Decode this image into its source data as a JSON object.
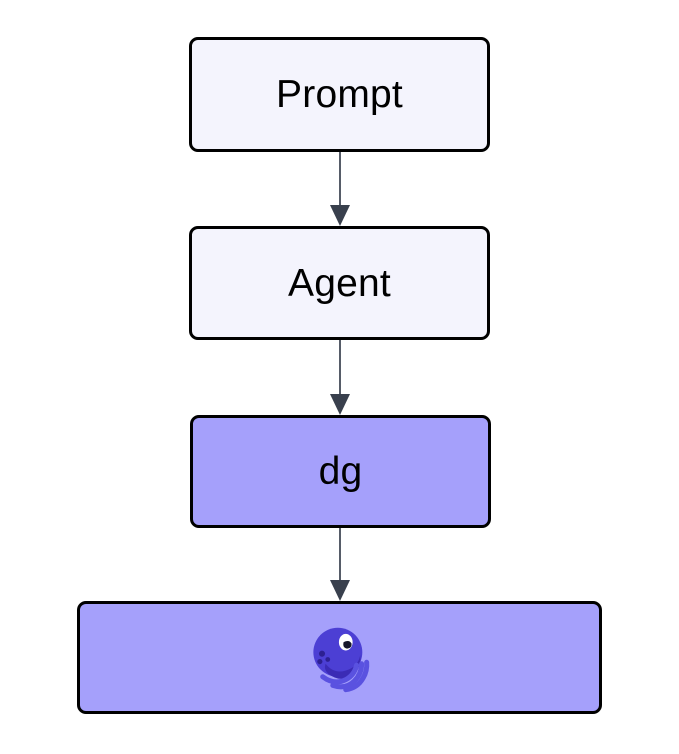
{
  "diagram": {
    "type": "flowchart",
    "direction": "top-to-bottom",
    "background_color": "#ffffff",
    "title": "",
    "nodes": [
      {
        "id": "prompt",
        "label": "Prompt",
        "shape": "rounded-rectangle",
        "fill": "#f4f4fd",
        "stroke": "#000000",
        "text_color": "#000000"
      },
      {
        "id": "agent",
        "label": "Agent",
        "shape": "rounded-rectangle",
        "fill": "#f4f4fd",
        "stroke": "#000000",
        "text_color": "#000000"
      },
      {
        "id": "dg",
        "label": "dg",
        "shape": "rounded-rectangle",
        "fill": "#a5a0fb",
        "stroke": "#000000",
        "text_color": "#000000"
      },
      {
        "id": "octopus",
        "label": "🐙",
        "icon_name": "octopus-icon",
        "shape": "rounded-rectangle",
        "fill": "#a5a0fb",
        "stroke": "#000000",
        "text_color": "#000000"
      }
    ],
    "edges": [
      {
        "from": "prompt",
        "to": "agent",
        "label": "",
        "color": "#39404d",
        "arrowhead": "filled-triangle"
      },
      {
        "from": "agent",
        "to": "dg",
        "label": "",
        "color": "#39404d",
        "arrowhead": "filled-triangle"
      },
      {
        "from": "dg",
        "to": "octopus",
        "label": "",
        "color": "#39404d",
        "arrowhead": "filled-triangle"
      }
    ]
  },
  "icon": {
    "octopus": {
      "name": "octopus-icon",
      "head_color": "#4c3fd4",
      "shadow_color": "#3b2bb5",
      "tentacle_color": "#5a52e0",
      "eye_white": "#ffffff",
      "pupil_color": "#16162a",
      "dot_color": "#2d2092"
    }
  }
}
